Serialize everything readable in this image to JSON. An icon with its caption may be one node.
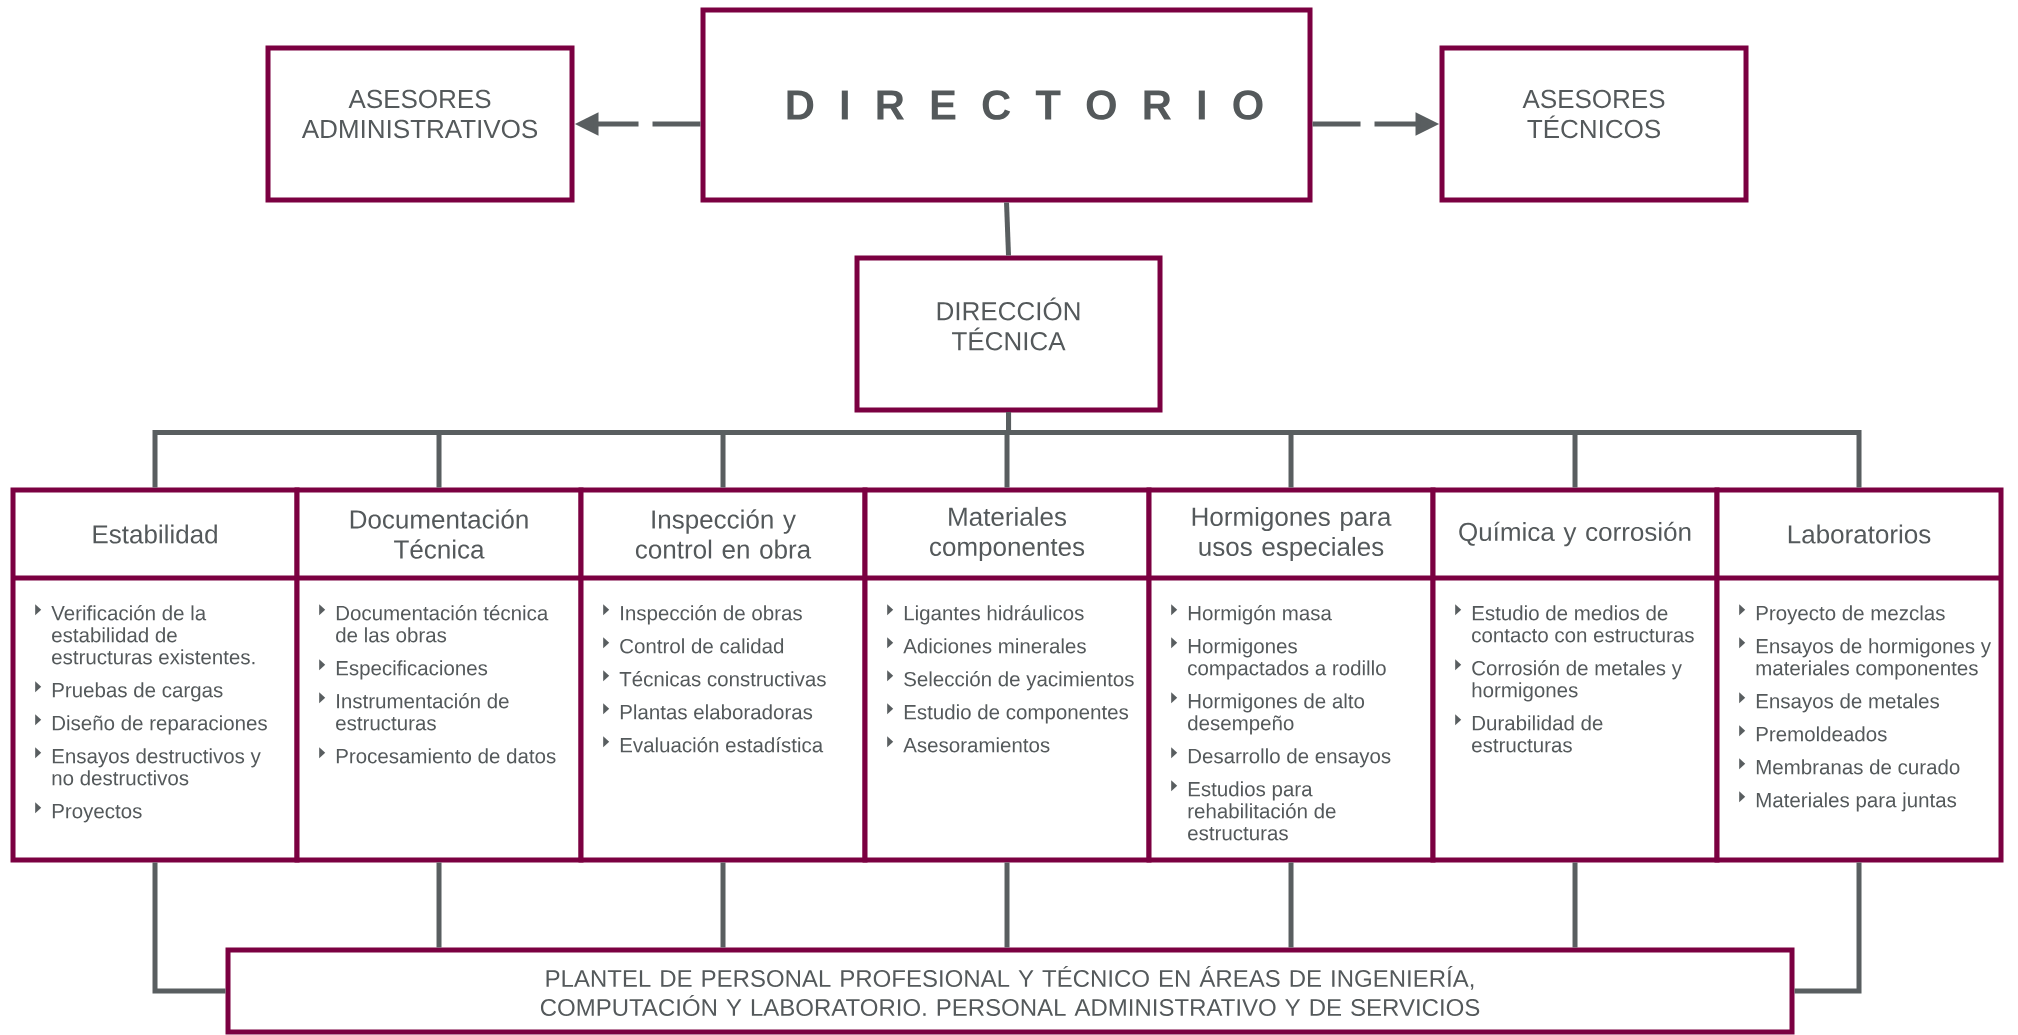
{
  "diagram": {
    "nodes": [
      {
        "text": [
          "D I R E C T O R I O"
        ]
      },
      {
        "text": [
          "ASESORES ADMINISTRATIVOS"
        ]
      },
      {
        "text": [
          "ASESORES TÉCNICOS"
        ]
      },
      {
        "text": [
          "DIRECCIÓN TÉCNICA"
        ]
      },
      {
        "text": [
          "Estabilidad",
          "Verificación de la estabilidad de estructuras existentes.",
          "Pruebas de cargas",
          "Diseño de reparaciones",
          "Ensayos destructivos y no destructivos",
          "Proyectos"
        ]
      },
      {
        "text": [
          "Documentación Técnica",
          "Documentación técnica de las obras",
          "Especificaciones",
          "Instrumentación de estructuras",
          "Procesamiento de datos"
        ]
      },
      {
        "text": [
          "Inspección y control en obra",
          "Inspección de obras",
          "Control de calidad",
          "Técnicas constructivas",
          "Plantas elaboradoras",
          "Evaluación estadística"
        ]
      },
      {
        "text": [
          "Materiales componentes",
          "Ligantes hidráulicos",
          "Adiciones minerales",
          "Selección de yacimientos",
          "Estudio de componentes",
          "Asesoramientos"
        ]
      },
      {
        "text": [
          "Hormigones para usos especiales",
          "Hormigón masa",
          "Hormigones compactados a rodillo",
          "Hormigones de alto desempeño",
          "Desarrollo de ensayos",
          "Estudios para rehabilitación de estructuras"
        ]
      },
      {
        "text": [
          "Química y corrosión",
          "Estudio de medios de contacto con estructuras",
          "Corrosión de metales y hormigones",
          "Durabilidad de estructuras"
        ]
      },
      {
        "text": [
          "Laboratorios",
          "Proyecto de mezclas",
          "Ensayos de hormigones y materiales componentes",
          "Ensayos de metales",
          "Premoldeados",
          "Membranas de curado",
          "Materiales para juntas"
        ]
      },
      {
        "text": [
          "PLANTEL DE PERSONAL PROFESIONAL Y TÉCNICO EN ÁREAS DE INGENIERÍA, COMPUTACIÓN Y LABORATORIO. PERSONAL ADMINISTRATIVO Y DE SERVICIOS"
        ]
      }
    ],
    "edges": [
      {
        "from": 0,
        "to": 1,
        "arrow": "to",
        "style": "dashed"
      },
      {
        "from": 0,
        "to": 2,
        "arrow": "to",
        "style": "dashed"
      },
      {
        "from": 0,
        "to": 3,
        "arrow": "none"
      },
      {
        "from": 3,
        "to": 4,
        "arrow": "none"
      },
      {
        "from": 3,
        "to": 5,
        "arrow": "none"
      },
      {
        "from": 3,
        "to": 6,
        "arrow": "none"
      },
      {
        "from": 3,
        "to": 7,
        "arrow": "none"
      },
      {
        "from": 3,
        "to": 8,
        "arrow": "none"
      },
      {
        "from": 3,
        "to": 9,
        "arrow": "none"
      },
      {
        "from": 3,
        "to": 10,
        "arrow": "none"
      },
      {
        "from": 4,
        "to": 11,
        "arrow": "none"
      },
      {
        "from": 5,
        "to": 11,
        "arrow": "none"
      },
      {
        "from": 6,
        "to": 11,
        "arrow": "none"
      },
      {
        "from": 7,
        "to": 11,
        "arrow": "none"
      },
      {
        "from": 8,
        "to": 11,
        "arrow": "none"
      },
      {
        "from": 9,
        "to": 11,
        "arrow": "none"
      },
      {
        "from": 10,
        "to": 11,
        "arrow": "none"
      }
    ]
  }
}
